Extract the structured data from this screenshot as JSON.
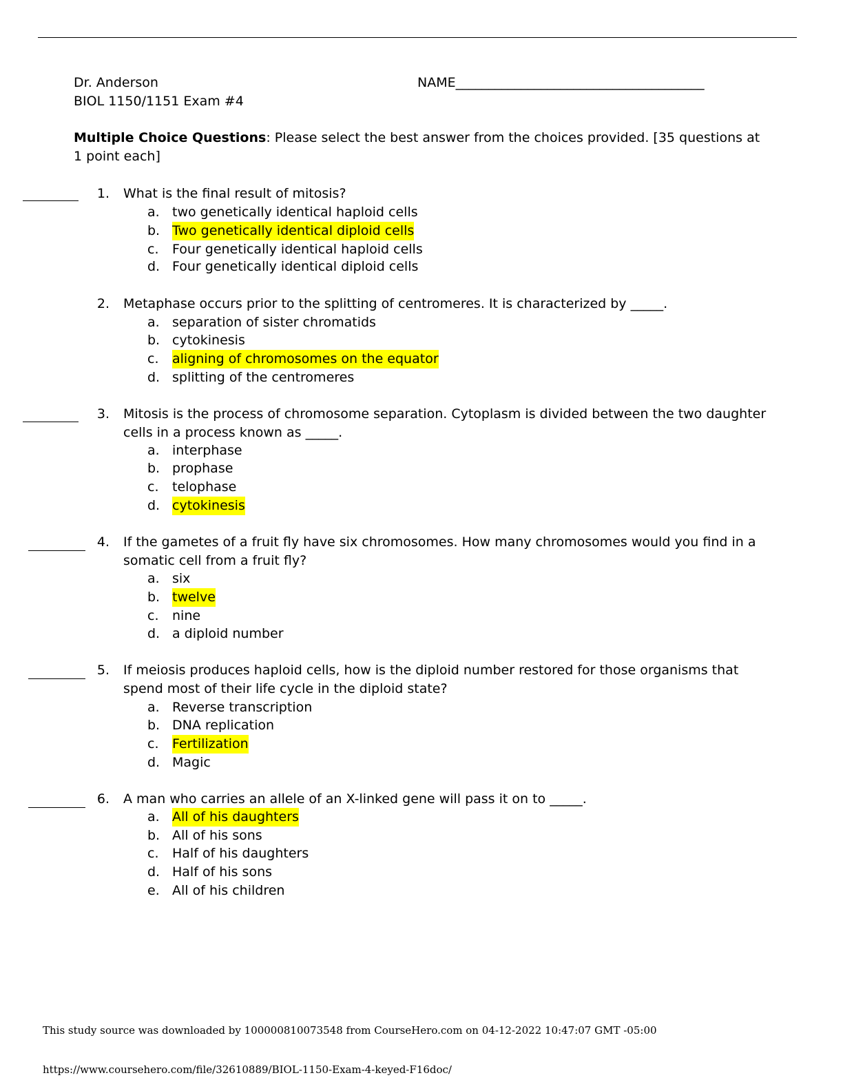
{
  "header": {
    "instructor": "Dr. Anderson",
    "name_label": "NAME______________________________________",
    "course": "BIOL 1150/1151 Exam #4"
  },
  "instructions": {
    "label": "Multiple Choice Questions",
    "text": ": Please select the best answer from the choices provided. [35 questions at 1 point each]"
  },
  "questions": [
    {
      "number": "1.",
      "text": "What is the final result of mitosis?",
      "options": [
        {
          "letter": "a.",
          "text": "two genetically identical haploid cells",
          "highlighted": false
        },
        {
          "letter": "b.",
          "text": "Two genetically identical diploid cells",
          "highlighted": true
        },
        {
          "letter": "c.",
          "text": "Four genetically identical haploid cells",
          "highlighted": false
        },
        {
          "letter": "d.",
          "text": "Four genetically identical diploid cells",
          "highlighted": false
        }
      ]
    },
    {
      "number": "2.",
      "text": "Metaphase occurs prior to the splitting of centromeres. It is characterized by _____.",
      "options": [
        {
          "letter": "a.",
          "text": "separation of sister chromatids",
          "highlighted": false
        },
        {
          "letter": "b.",
          "text": "cytokinesis",
          "highlighted": false
        },
        {
          "letter": "c.",
          "text": "aligning of chromosomes on the equator",
          "highlighted": true
        },
        {
          "letter": "d.",
          "text": "splitting of the centromeres",
          "highlighted": false
        }
      ]
    },
    {
      "number": "3.",
      "text": " Mitosis is the process of chromosome separation. Cytoplasm is divided between the two daughter cells in a process known as _____.",
      "options": [
        {
          "letter": "a.",
          "text": "interphase",
          "highlighted": false
        },
        {
          "letter": "b.",
          "text": "prophase",
          "highlighted": false
        },
        {
          "letter": "c.",
          "text": "telophase",
          "highlighted": false
        },
        {
          "letter": "d.",
          "text": "cytokinesis",
          "highlighted": true
        }
      ]
    },
    {
      "number": "4.",
      "text": " If the gametes of a fruit fly have six chromosomes. How many chromosomes would you find in a somatic cell from a fruit fly?",
      "options": [
        {
          "letter": "a.",
          "text": "six",
          "highlighted": false
        },
        {
          "letter": "b.",
          "text": "twelve",
          "highlighted": true
        },
        {
          "letter": "c.",
          "text": "nine",
          "highlighted": false
        },
        {
          "letter": "d.",
          "text": "a diploid number",
          "highlighted": false
        }
      ]
    },
    {
      "number": "5.",
      "text": " If meiosis produces haploid cells, how is the diploid number restored for those organisms that spend most of their life cycle in the diploid state?",
      "options": [
        {
          "letter": "a.",
          "text": "Reverse transcription",
          "highlighted": false
        },
        {
          "letter": "b.",
          "text": "DNA replication",
          "highlighted": false
        },
        {
          "letter": "c.",
          "text": "Fertilization",
          "highlighted": true
        },
        {
          "letter": "d.",
          "text": "Magic",
          "highlighted": false
        }
      ]
    },
    {
      "number": "6.",
      "text": " A man who carries an allele of an X-linked gene will pass it on to _____.",
      "options": [
        {
          "letter": "a.",
          "text": "All of his daughters",
          "highlighted": true
        },
        {
          "letter": "b.",
          "text": "All of his sons",
          "highlighted": false
        },
        {
          "letter": "c.",
          "text": "Half of his daughters",
          "highlighted": false
        },
        {
          "letter": "d.",
          "text": "Half of his sons",
          "highlighted": false
        },
        {
          "letter": "e.",
          "text": "All of his children",
          "highlighted": false
        }
      ]
    }
  ],
  "footer": {
    "source": "This study source was downloaded by 100000810073548 from CourseHero.com on 04-12-2022 10:47:07 GMT -05:00",
    "url": "https://www.coursehero.com/file/32610889/BIOL-1150-Exam-4-keyed-F16doc/"
  },
  "colors": {
    "highlight": "#ffff00",
    "text": "#000000",
    "background": "#ffffff"
  }
}
